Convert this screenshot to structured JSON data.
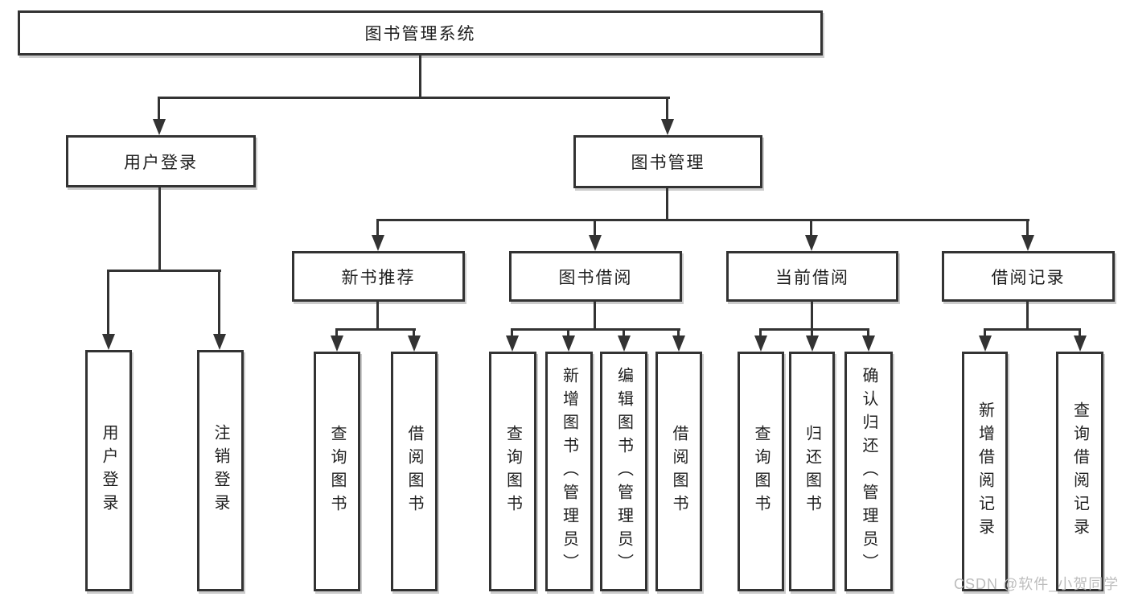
{
  "tree": {
    "root": {
      "label": "图书管理系统"
    },
    "user_login": {
      "label": "用户登录",
      "children": {
        "login": {
          "label": "用户登录"
        },
        "logout": {
          "label": "注销登录"
        }
      }
    },
    "book_mgmt": {
      "label": "图书管理",
      "children": {
        "new_book": {
          "label": "新书推荐",
          "children": {
            "query": {
              "label": "查询图书"
            },
            "borrow": {
              "label": "借阅图书"
            }
          }
        },
        "borrowing": {
          "label": "图书借阅",
          "children": {
            "query": {
              "label": "查询图书"
            },
            "add": {
              "label": "新增图书（管理员）"
            },
            "edit": {
              "label": "编辑图书（管理员）"
            },
            "borrow": {
              "label": "借阅图书"
            }
          }
        },
        "current": {
          "label": "当前借阅",
          "children": {
            "query": {
              "label": "查询图书"
            },
            "return": {
              "label": "归还图书"
            },
            "confirm": {
              "label": "确认归还（管理员）"
            }
          }
        },
        "records": {
          "label": "借阅记录",
          "children": {
            "add": {
              "label": "新增借阅记录"
            },
            "query": {
              "label": "查询借阅记录"
            }
          }
        }
      }
    }
  },
  "watermark": "CSDN @软件_小贺同学",
  "colors": {
    "line": "#333333",
    "box_border": "#333333",
    "text": "#1f1f1f",
    "watermark": "#bdbdbd",
    "background": "#ffffff"
  }
}
